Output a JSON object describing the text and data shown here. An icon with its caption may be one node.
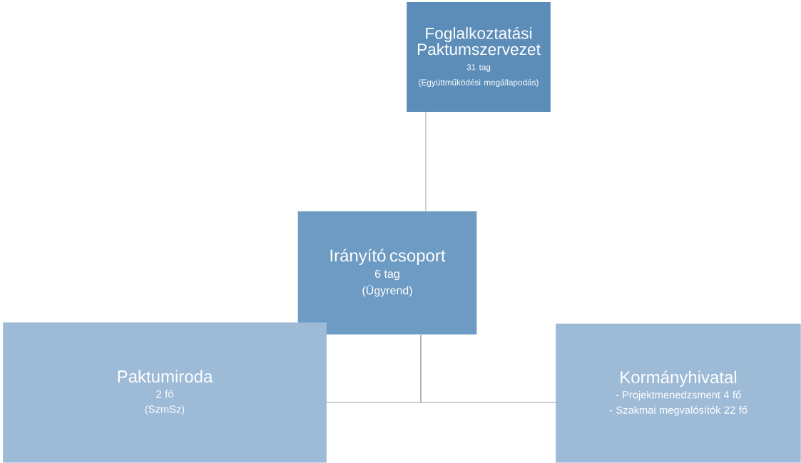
{
  "diagram": {
    "nodes": [
      {
        "text": [
          "Foglalkoztatási Paktumszervezet",
          "31 tag",
          "(Együttműködési megállapodás)"
        ]
      },
      {
        "text": [
          "Irányító csoport",
          "6 tag",
          "(Ügyrend)"
        ]
      },
      {
        "text": [
          "Paktumiroda",
          "2 fő",
          "(SzmSz)"
        ]
      },
      {
        "text": [
          "Kormányhivatal",
          "- Projektmenedzsment 4 fő",
          "- Szakmai megvalósítók 22 fő"
        ]
      }
    ],
    "edges": [
      {
        "from": 0,
        "to": 1,
        "arrow": "none"
      },
      {
        "from": 1,
        "to": 2,
        "arrow": "none"
      },
      {
        "from": 1,
        "to": 3,
        "arrow": "none"
      }
    ]
  }
}
